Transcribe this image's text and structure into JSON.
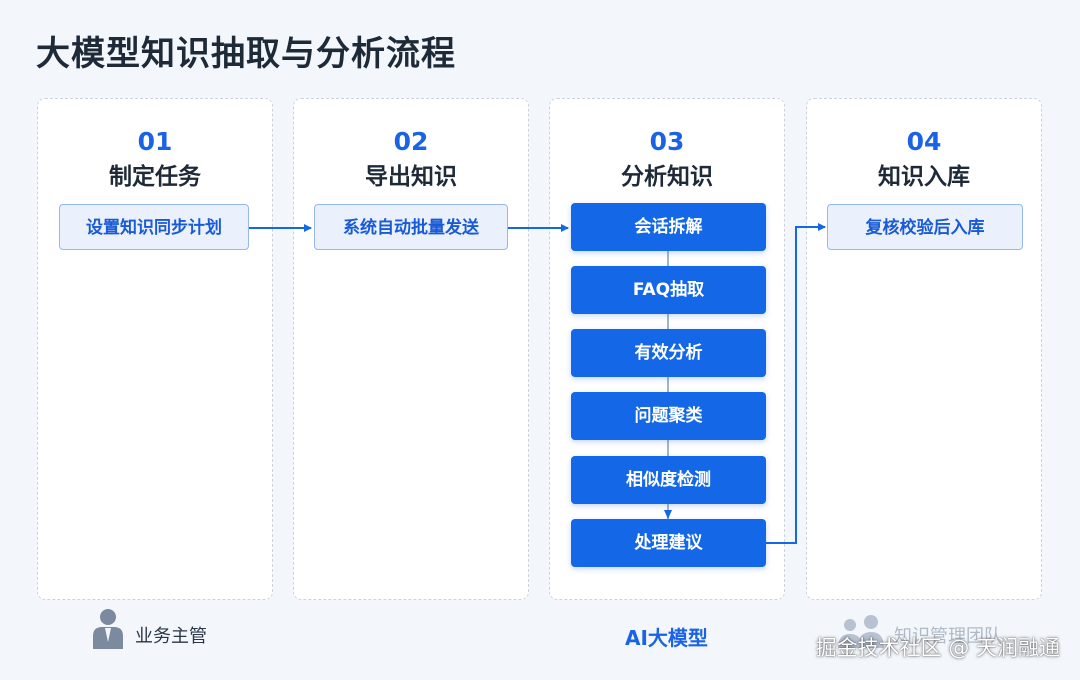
{
  "title": "大模型知识抽取与分析流程",
  "columns": [
    {
      "num": "01",
      "name": "制定任务",
      "task": "设置知识同步计划"
    },
    {
      "num": "02",
      "name": "导出知识",
      "task": "系统自动批量发送"
    },
    {
      "num": "03",
      "name": "分析知识"
    },
    {
      "num": "04",
      "name": "知识入库",
      "task": "复核校验后入库"
    }
  ],
  "ai_steps": [
    "会话拆解",
    "FAQ抽取",
    "有效分析",
    "问题聚类",
    "相似度检测",
    "处理建议"
  ],
  "footer": {
    "owner1": "业务主管",
    "owner3": "AI大模型",
    "owner4": "知识管理团队"
  },
  "watermark": "掘金技术社区 @ 天润融通",
  "colors": {
    "accent": "#1467e6",
    "tag_bg": "#eaf1fd"
  },
  "icons": [
    "person-icon",
    "group-icon"
  ]
}
